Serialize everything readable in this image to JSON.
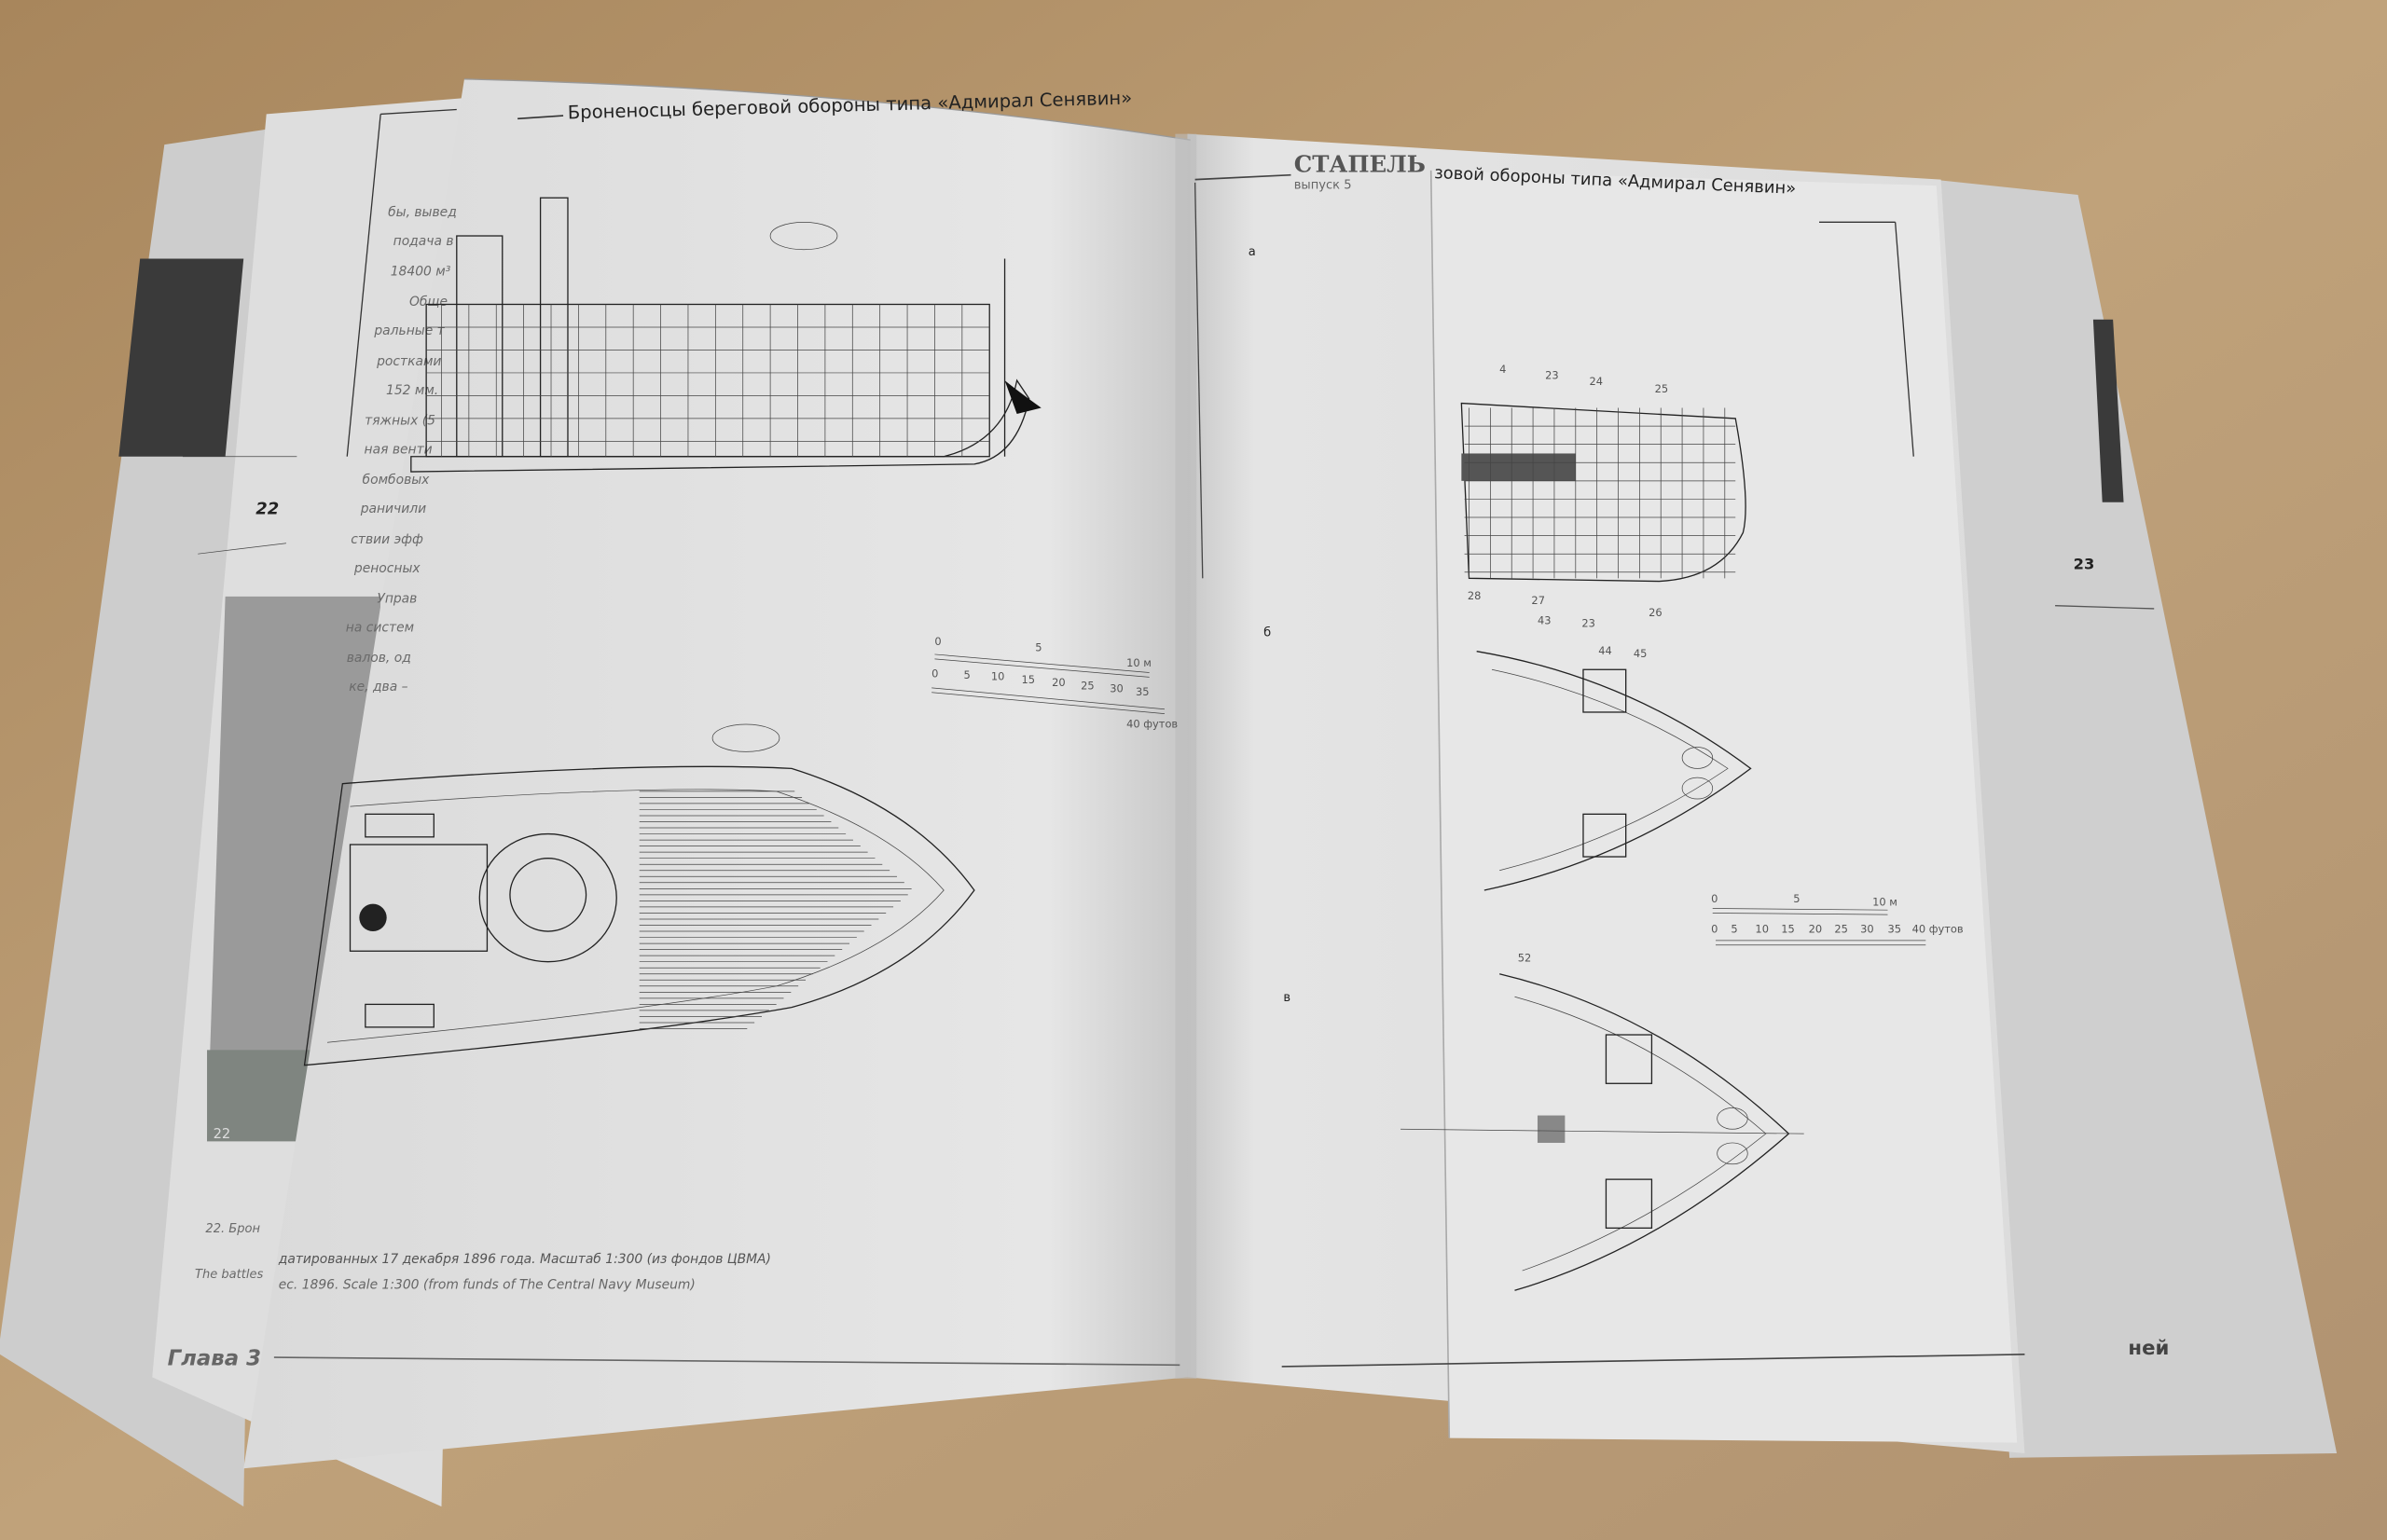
{
  "left_page": {
    "header": "Броненосцы береговой обороны типа «Адмирал Сенявин»",
    "column_text": [
      "бы, вывед",
      "подача в",
      "18400 м³",
      "Обще",
      "ральные т",
      "ростками",
      "152 мм.",
      "тяжных (5",
      "ная венти",
      "бомбовых",
      "раничили",
      "ствии эфф",
      "реносных",
      "Управ",
      "на систем",
      "валов, од",
      "ке, два –"
    ],
    "page_number": "22",
    "photo_number": "22",
    "caption_ru_start": "22. Брон",
    "caption_en_start": "The battles",
    "caption_ru": "датированных 17 декабря 1896 года. Масштаб 1:300 (из фондов ЦВМА)",
    "caption_en": "ес. 1896. Scale 1:300 (from funds of The Central Navy Museum)",
    "footer": "Глава 3",
    "scale_m": [
      "0",
      "5",
      "10 м"
    ],
    "scale_ft": [
      "0",
      "5",
      "10",
      "15",
      "20",
      "25",
      "30",
      "35",
      "40 футов"
    ]
  },
  "right_page": {
    "logo": "СТАПЕЛЬ",
    "issue": "выпуск 5",
    "header": "зовой обороны типа «Адмирал Сенявин»",
    "page_number": "23",
    "footer": "ней",
    "labels": [
      "а",
      "б",
      "в"
    ],
    "callouts": [
      "4",
      "23",
      "24",
      "25",
      "28",
      "27",
      "26",
      "43",
      "23",
      "44",
      "45",
      "52"
    ],
    "scale_m": [
      "0",
      "5",
      "10 м"
    ],
    "scale_ft": [
      "0",
      "5",
      "10",
      "15",
      "20",
      "25",
      "30",
      "35",
      "40 футов"
    ]
  }
}
